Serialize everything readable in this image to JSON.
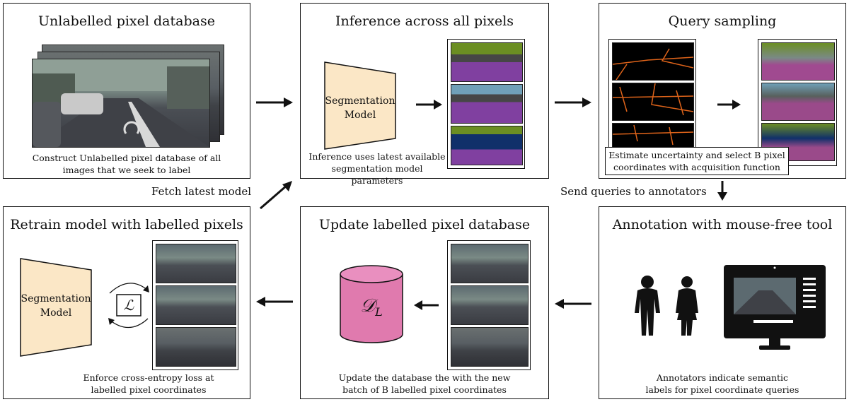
{
  "panels": {
    "unlabelled": {
      "title": "Unlabelled pixel database",
      "caption_line1": "Construct Unlabelled pixel database of all",
      "caption_line2": "images that we seek to label"
    },
    "inference": {
      "title": "Inference across all pixels",
      "model_line1": "Segmentation",
      "model_line2": "Model",
      "caption_line1": "Inference uses latest available",
      "caption_line2": "segmentation model parameters"
    },
    "query": {
      "title": "Query sampling",
      "caption_line1": "Estimate uncertainty and select B pixel",
      "caption_line2": "coordinates with acquisition function"
    },
    "retrain": {
      "title": "Retrain model with labelled pixels",
      "model_line1": "Segmentation",
      "model_line2": "Model",
      "loss_symbol": "ℒ",
      "caption_line1": "Enforce cross-entropy loss at",
      "caption_line2": "labelled pixel coordinates"
    },
    "update": {
      "title": "Update labelled pixel database",
      "db_symbol": "𝒟",
      "db_subscript": "L",
      "caption_line1": "Update the database the with the new",
      "caption_line2": "batch of B labelled pixel coordinates"
    },
    "annotation": {
      "title": "Annotation with mouse-free tool",
      "caption_line1": "Annotators indicate semantic",
      "caption_line2": "labels for pixel coordinate queries"
    }
  },
  "labels": {
    "fetch_model": "Fetch latest model",
    "send_queries": "Send queries to annotators"
  },
  "colors": {
    "model_fill": "#fbe7c6",
    "db_fill": "#e07aae",
    "db_top": "#e98fbf"
  }
}
